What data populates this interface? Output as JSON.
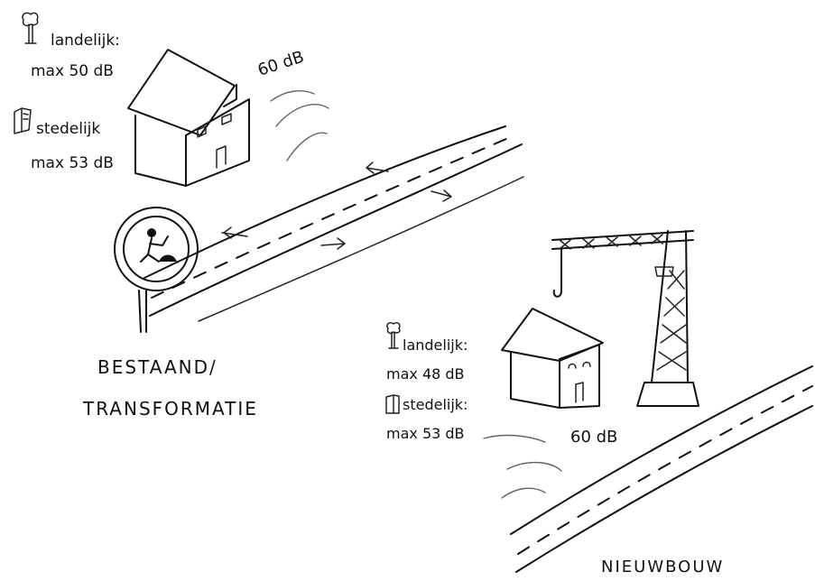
{
  "existing": {
    "rural_label": "landelijk:",
    "rural_max": "max 50 dB",
    "urban_label": "stedelijk",
    "urban_max": "max 53 dB",
    "noise_level": "60 dB",
    "caption_line1": "BESTAAND/",
    "caption_line2": "TRANSFORMATIE"
  },
  "new_build": {
    "rural_label": "landelijk:",
    "rural_max": "max 48 dB",
    "urban_label": "stedelijk:",
    "urban_max": "max 53 dB",
    "noise_level": "60 dB",
    "caption": "NIEUWBOUW"
  }
}
